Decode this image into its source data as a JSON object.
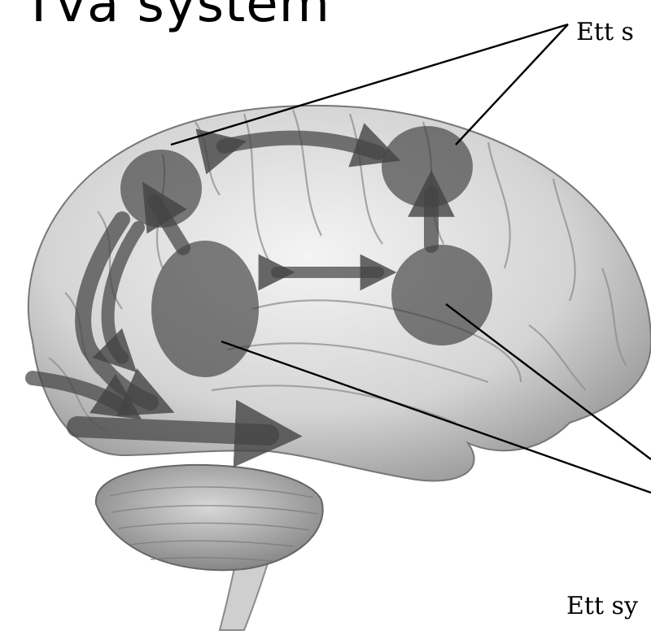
{
  "title": "Två system",
  "label_top": "Ett s",
  "label_bottom": "Ett sy",
  "colors": {
    "brain_fill": "#d9d9d9",
    "brain_shadow": "#8a8a8a",
    "region": "#3a3a3a",
    "arrow": "#4a4a4a",
    "line": "#000000"
  }
}
